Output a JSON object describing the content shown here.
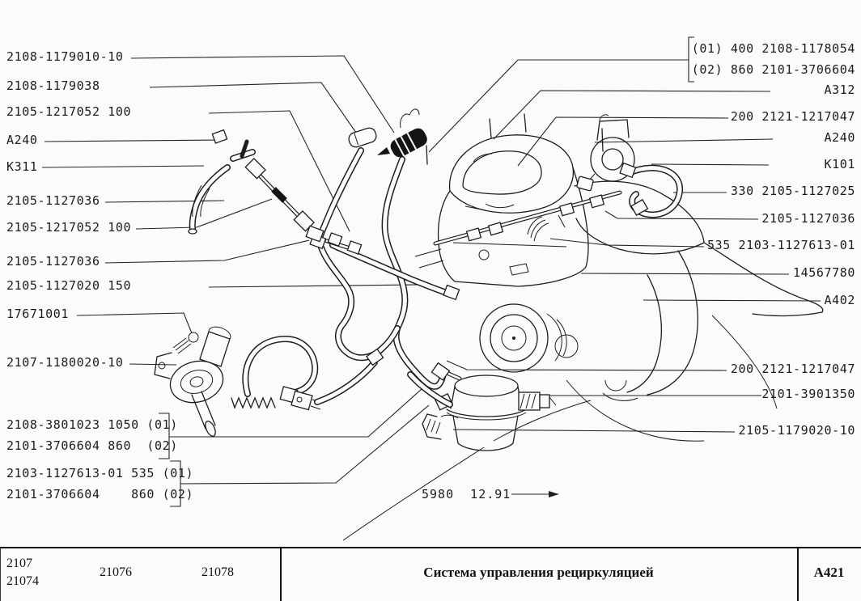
{
  "diagram": {
    "left_labels": [
      "2108-1179010-10",
      "2108-1179038",
      "2105-1217052 100",
      "А240",
      "К311",
      "2105-1127036",
      "2105-1217052 100",
      "2105-1127036",
      "2105-1127020 150",
      "17671001",
      "2107-1180020-10"
    ],
    "left_group1_line1": "2108-3801023 1050 (01)",
    "left_group1_line2": "2101-3706604 860  (02)",
    "left_group2_line1": "2103-1127613-01 535 (01)",
    "left_group2_line2": "2101-3706604    860 (02)",
    "right_labels": [
      "(01) 400 2108-1178054",
      "(02) 860 2101-3706604",
      "А312",
      "200 2121-1217047",
      "А240",
      "К101",
      "330 2105-1127025",
      "2105-1127036",
      "535 2103-1127613-01",
      "14567780",
      "А402",
      "200 2121-1217047",
      "2101-3901350",
      "2105-1179020-10"
    ],
    "note": "5980  12.91"
  },
  "footer": {
    "col1_line1": "2107",
    "col1_line2": "21074",
    "col2": "21076",
    "col3": "21078",
    "title": "Система управления рециркуляцией",
    "sheet": "А421"
  }
}
